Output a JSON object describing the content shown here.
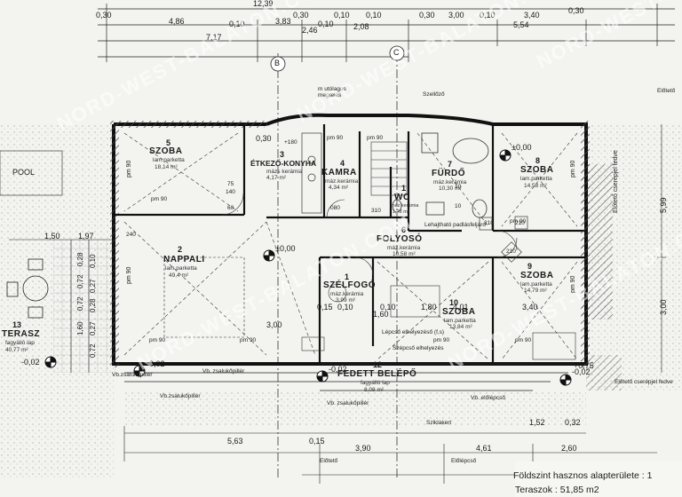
{
  "watermark": "NORD-WEST-BALATON.COM",
  "top_dims": {
    "row1": [
      "12,39"
    ],
    "row2": [
      "0,30",
      "0,30",
      "0,10",
      "0,10",
      "0,30",
      "3,00",
      "0,10",
      "3,40",
      "0,30"
    ],
    "row3": [
      "4,86",
      "0,10",
      "3,83",
      "0,10",
      "2,08",
      "5,54"
    ],
    "row4": [
      "7,17",
      "2,46"
    ]
  },
  "section_marks": [
    "B",
    "C"
  ],
  "notes": {
    "top_slab": "m utólagos\nmegtelés",
    "ventilation": "Szellőző",
    "ceiling": "Lehajtható padlásfeljáró",
    "pool": "POOL",
    "zsalu1": "Vb.zsalukőpillér",
    "zsalu2": "Vb. zsalukőpillér",
    "zsalu3": "Vb.zsalukőpillér",
    "zsalu4": "Vb. zsalukőpillér",
    "stair": "Vb. előlépcső",
    "rock": "Sziklakert",
    "eave1": "Előtető",
    "eave2": "Előtető",
    "eave3": "Előlépcső",
    "eave_cover": "Előtető cserépjel fedve",
    "eave_cover2": "Előtető cserépjel fedve",
    "threshold": "Lépcső elhelyezéső (f,s)",
    "corr": "Szépcső elhelyezés"
  },
  "rooms": [
    {
      "num": "5",
      "name": "SZOBA",
      "floor": "lam.parketta",
      "area": "18,14 m²"
    },
    {
      "num": "3",
      "name": "ÉTKEZŐ-KONYHA",
      "floor": "mázs kerámia",
      "area": "4,17 m²"
    },
    {
      "num": "4",
      "name": "KAMRA",
      "floor": "máz.kerámia",
      "area": "4,34 m²"
    },
    {
      "num": "1",
      "name": "WC",
      "floor": "máz kerámia",
      "area": "1,78 m²"
    },
    {
      "num": "7",
      "name": "FÜRDŐ",
      "floor": "máz.kerámia",
      "area": "10,30 m²"
    },
    {
      "num": "8",
      "name": "SZOBA",
      "floor": "lam.parketta",
      "area": "14,58 m²"
    },
    {
      "num": "2",
      "name": "NAPPALI",
      "floor": "lam.parketta",
      "area": "49,4 m²"
    },
    {
      "num": "6",
      "name": "FOLYOSÓ",
      "floor": "máz.kerámia",
      "area": "10,58 m²"
    },
    {
      "num": "9",
      "name": "SZOBA",
      "floor": "lam.parketta",
      "area": "14,79 m²"
    },
    {
      "num": "1",
      "name": "SZÉLFOGÓ",
      "floor": "máz.kerámia",
      "area": "3,99 m²"
    },
    {
      "num": "10",
      "name": "SZOBA",
      "floor": "lam.parketta",
      "area": "13,84 m²"
    },
    {
      "num": "13",
      "name": "TERASZ",
      "floor": "fagyálló lap",
      "area": "40,77 m²"
    },
    {
      "num": "12",
      "name": "FEDETT BELÉPŐ",
      "floor": "fagyálló lap",
      "area": "8,08 m²"
    }
  ],
  "interior_marks": {
    "pm90": "pm 90",
    "h180": "+180",
    "m75": "75",
    "m140": "140",
    "m60": "60",
    "m210": "210",
    "m240": "240",
    "m300": "3,00",
    "m015": "0,15",
    "m010": "0,10",
    "m401": "4,01",
    "m340": "3,40",
    "m180": "1,80",
    "m160": "1,60",
    "m310": "310",
    "m080": "080",
    "m030": "0,30",
    "m10": "10"
  },
  "levels": {
    "zero": "±0,00",
    "minus02a": "-0,02",
    "minus02b": "-0,02",
    "minus02c": "-0,02",
    "minus02d": "-0,02",
    "plus075": "+0,75"
  },
  "left_dims": {
    "top": [
      "1,50",
      "1,97"
    ],
    "vertical": [
      "0,28",
      "0,72",
      "0,10",
      "0,27",
      "0,72",
      "0,28",
      "1,60",
      "0,27",
      "0,72"
    ]
  },
  "right_dims": {
    "vertical": [
      "5,99",
      "3,00"
    ]
  },
  "bottom_dims": {
    "row1": [
      "1,52",
      "0,32"
    ],
    "row2": [
      "5,63",
      "0,15"
    ],
    "row3": [
      "3,90",
      "4,61",
      "2,60"
    ]
  },
  "footer": {
    "line1": "Földszint hasznos alapterülete : 1",
    "line2": "Teraszok : 51,85 m2"
  }
}
